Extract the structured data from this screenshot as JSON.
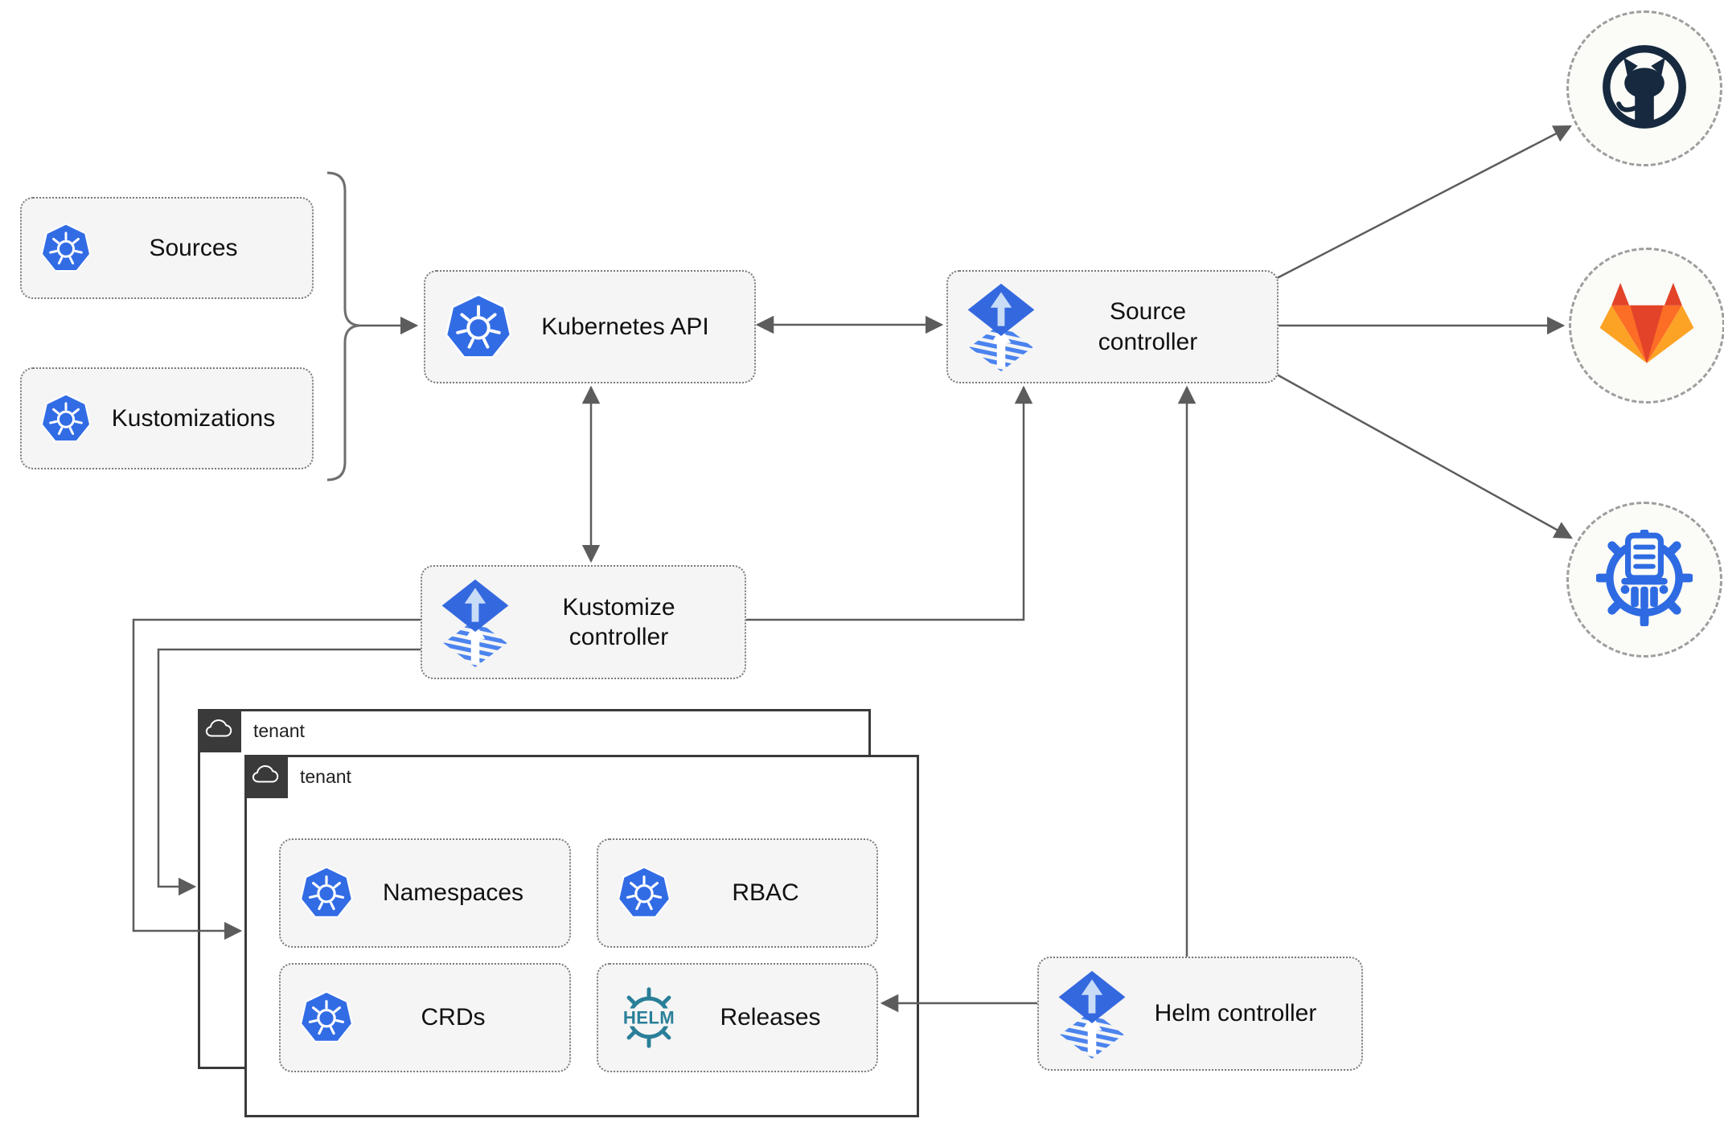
{
  "nodes": {
    "sources": {
      "label": "Sources",
      "icon": "kubernetes-icon"
    },
    "kustomizations": {
      "label": "Kustomizations",
      "icon": "kubernetes-icon"
    },
    "kubernetes_api": {
      "label": "Kubernetes API",
      "icon": "kubernetes-icon"
    },
    "source_controller": {
      "label": "Source controller",
      "icon": "flux-icon"
    },
    "kustomize_controller": {
      "label": "Kustomize controller",
      "icon": "flux-icon"
    },
    "helm_controller": {
      "label": "Helm controller",
      "icon": "flux-icon"
    },
    "namespaces": {
      "label": "Namespaces",
      "icon": "kubernetes-icon"
    },
    "rbac": {
      "label": "RBAC",
      "icon": "kubernetes-icon"
    },
    "crds": {
      "label": "CRDs",
      "icon": "kubernetes-icon"
    },
    "releases": {
      "label": "Releases",
      "icon": "helm-icon"
    }
  },
  "tenants": {
    "outer": {
      "label": "tenant",
      "icon": "cloud-icon"
    },
    "inner": {
      "label": "tenant",
      "icon": "cloud-icon"
    }
  },
  "external": {
    "github": {
      "icon": "github-icon"
    },
    "gitlab": {
      "icon": "gitlab-icon"
    },
    "chartmuseum": {
      "icon": "chartmuseum-icon"
    }
  },
  "helm_logo": {
    "text": "HELM"
  },
  "colors": {
    "kubernetes_blue": "#326ce5",
    "flux_blue": "#3468df",
    "flux_stripe_blue": "#4b83ee",
    "helm_teal": "#2a7f99",
    "github_dark": "#16293e",
    "gitlab_red": "#e24329",
    "gitlab_orange": "#fc6d26",
    "gitlab_amber": "#fca326",
    "chartmuseum_blue": "#2e6be2",
    "line_gray": "#5c5c5c",
    "node_fill": "#f5f5f5",
    "tenant_border": "#3a3a3a"
  }
}
